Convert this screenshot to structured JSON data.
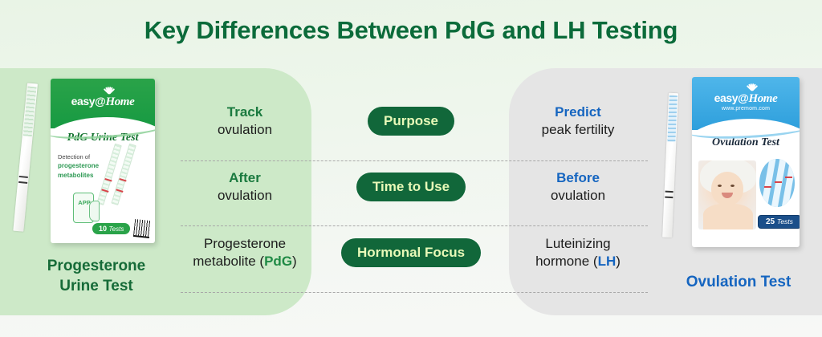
{
  "title": "Key Differences Between PdG and LH Testing",
  "colors": {
    "title_green": "#0b6b3a",
    "panel_green": "#cde9c8",
    "panel_gray": "#e5e5e5",
    "pill_bg": "#11673a",
    "pill_text": "#e8f9b8",
    "accent_green": "#1a7a3f",
    "accent_blue": "#1565c0"
  },
  "rows": [
    {
      "label": "Purpose",
      "left": {
        "highlight": "Track",
        "text": "ovulation"
      },
      "right": {
        "highlight": "Predict",
        "text": "peak fertility"
      }
    },
    {
      "label": "Time to Use",
      "left": {
        "highlight": "After",
        "text": "ovulation"
      },
      "right": {
        "highlight": "Before",
        "text": "ovulation"
      }
    },
    {
      "label": "Hormonal Focus",
      "left": {
        "line1": "Progesterone",
        "line2_pre": "metabolite (",
        "line2_key": "PdG",
        "line2_post": ")"
      },
      "right": {
        "line1": "Luteinizing",
        "line2_pre": "hormone (",
        "line2_key": "LH",
        "line2_post": ")"
      }
    }
  ],
  "left_product": {
    "caption_line1": "Progesterone",
    "caption_line2": "Urine Test",
    "brand": "easy@",
    "brand_script": "Home",
    "product_title": "PdG Urine Test",
    "desc_line1": "Detection of",
    "desc_highlight": "progesterone",
    "desc_line2": "metabolites",
    "app_label": "APP",
    "count": "10",
    "count_unit": "Tests"
  },
  "right_product": {
    "caption": "Ovulation Test",
    "brand": "easy@",
    "brand_script": "Home",
    "url": "www.premom.com",
    "product_title": "Ovulation Test",
    "count": "25",
    "count_unit": "Tests"
  }
}
